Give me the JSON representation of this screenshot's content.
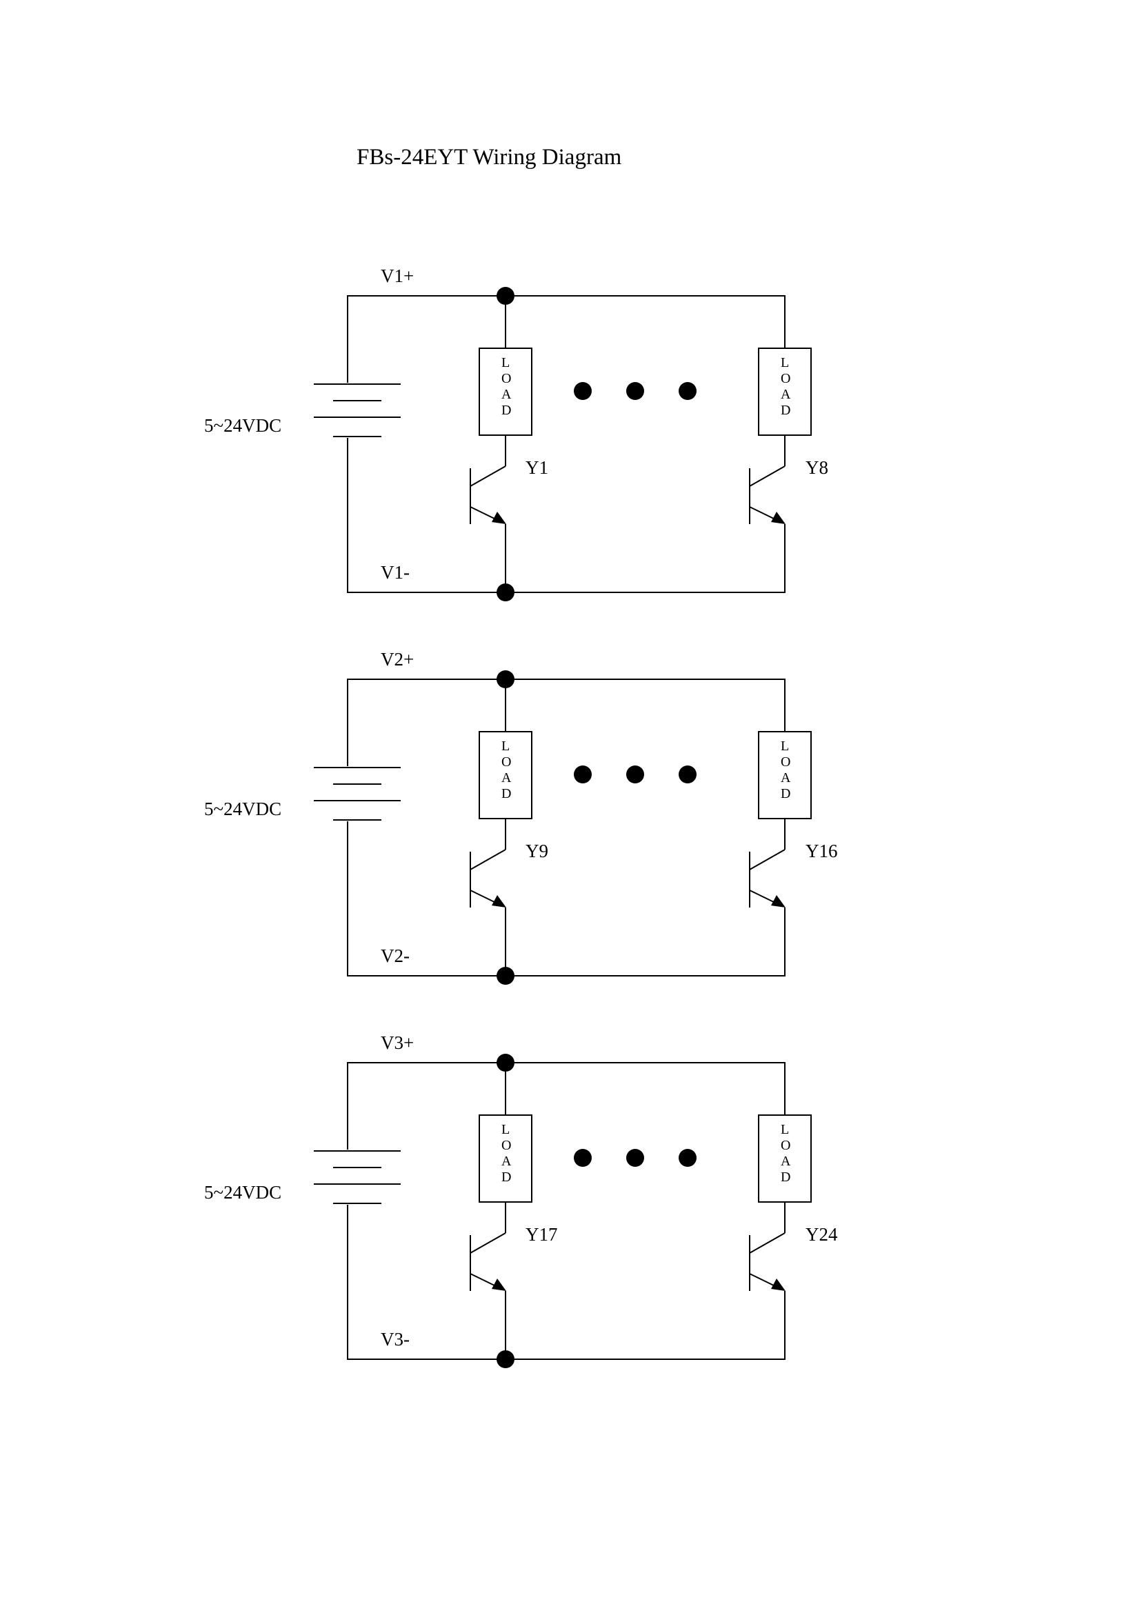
{
  "title": "FBs-24EYT Wiring Diagram",
  "groups": [
    {
      "plus_label": "V1+",
      "minus_label": "V1-",
      "supply_label": "5~24VDC",
      "first_output": "Y1",
      "last_output": "Y8",
      "load_text": [
        "L",
        "O",
        "A",
        "D"
      ]
    },
    {
      "plus_label": "V2+",
      "minus_label": "V2-",
      "supply_label": "5~24VDC",
      "first_output": "Y9",
      "last_output": "Y16",
      "load_text": [
        "L",
        "O",
        "A",
        "D"
      ]
    },
    {
      "plus_label": "V3+",
      "minus_label": "V3-",
      "supply_label": "5~24VDC",
      "first_output": "Y17",
      "last_output": "Y24",
      "load_text": [
        "L",
        "O",
        "A",
        "D"
      ]
    }
  ],
  "colors": {
    "line": "#000000",
    "background": "#ffffff"
  }
}
